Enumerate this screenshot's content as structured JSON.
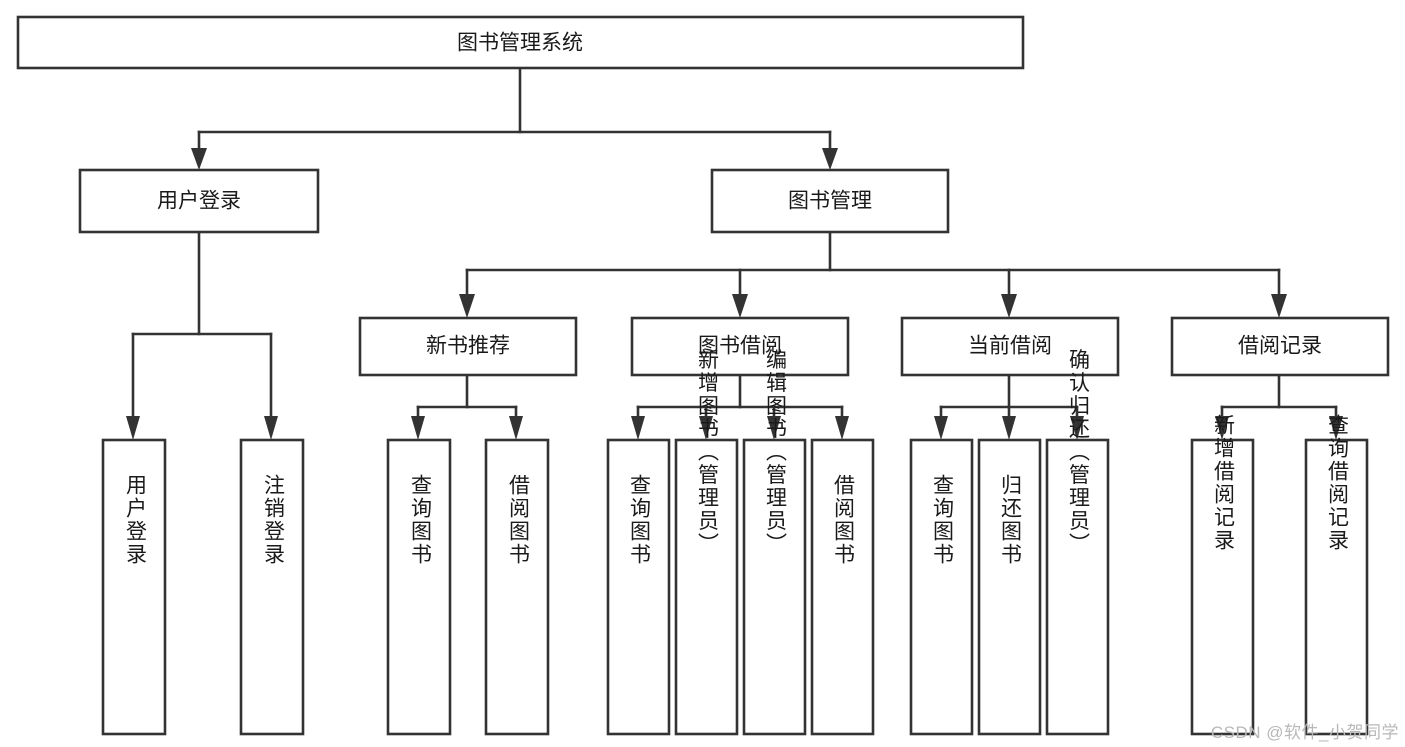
{
  "diagram": {
    "title": "图书管理系统",
    "type": "tree",
    "watermark": "CSDN @软件_小贺同学",
    "colors": {
      "stroke": "#333333",
      "fill": "#ffffff",
      "text": "#1a1a1a",
      "watermark": "#b8b8b8",
      "background": "#ffffff"
    },
    "nodes": {
      "root": {
        "label": "图书管理系统",
        "level": 1,
        "orientation": "horizontal"
      },
      "l2": [
        {
          "id": "user-login",
          "label": "用户登录",
          "level": 2,
          "orientation": "horizontal"
        },
        {
          "id": "book-manage",
          "label": "图书管理",
          "level": 2,
          "orientation": "horizontal"
        }
      ],
      "l3": [
        {
          "id": "new-book-recommend",
          "label": "新书推荐",
          "level": 3,
          "orientation": "horizontal",
          "parent": "book-manage"
        },
        {
          "id": "book-borrow",
          "label": "图书借阅",
          "level": 3,
          "orientation": "horizontal",
          "parent": "book-manage"
        },
        {
          "id": "current-borrow",
          "label": "当前借阅",
          "level": 3,
          "orientation": "horizontal",
          "parent": "book-manage"
        },
        {
          "id": "borrow-record",
          "label": "借阅记录",
          "level": 3,
          "orientation": "horizontal",
          "parent": "book-manage"
        }
      ],
      "leaves": [
        {
          "id": "leaf-user-login",
          "label": "用户登录",
          "parent": "user-login",
          "orientation": "vertical"
        },
        {
          "id": "leaf-logout-login",
          "label": "注销登录",
          "parent": "user-login",
          "orientation": "vertical"
        },
        {
          "id": "leaf-query-book-1",
          "label": "查询图书",
          "parent": "new-book-recommend",
          "orientation": "vertical"
        },
        {
          "id": "leaf-borrow-book-1",
          "label": "借阅图书",
          "parent": "new-book-recommend",
          "orientation": "vertical"
        },
        {
          "id": "leaf-query-book-2",
          "label": "查询图书",
          "parent": "book-borrow",
          "orientation": "vertical"
        },
        {
          "id": "leaf-add-book",
          "label": "新增图书（管理员）",
          "parent": "book-borrow",
          "orientation": "vertical"
        },
        {
          "id": "leaf-edit-book",
          "label": "编辑图书（管理员）",
          "parent": "book-borrow",
          "orientation": "vertical"
        },
        {
          "id": "leaf-borrow-book-2",
          "label": "借阅图书",
          "parent": "book-borrow",
          "orientation": "vertical"
        },
        {
          "id": "leaf-query-book-3",
          "label": "查询图书",
          "parent": "current-borrow",
          "orientation": "vertical"
        },
        {
          "id": "leaf-return-book",
          "label": "归还图书",
          "parent": "current-borrow",
          "orientation": "vertical"
        },
        {
          "id": "leaf-confirm-return",
          "label": "确认归还（管理员）",
          "parent": "current-borrow",
          "orientation": "vertical"
        },
        {
          "id": "leaf-add-record",
          "label": "新增借阅记录",
          "parent": "borrow-record",
          "orientation": "vertical"
        },
        {
          "id": "leaf-query-record",
          "label": "查询借阅记录",
          "parent": "borrow-record",
          "orientation": "vertical"
        }
      ]
    }
  }
}
